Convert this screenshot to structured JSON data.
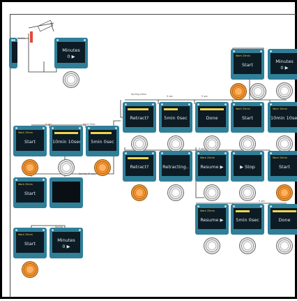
{
  "screens": {
    "s_top": {
      "header": "",
      "bar": false,
      "line1": "Minutes",
      "line2": "0 ▶"
    },
    "s_tr1": {
      "header": "Work 25min",
      "bar": false,
      "line1": "Start",
      "line2": ""
    },
    "s_tr2": {
      "header": "",
      "bar": false,
      "line1": "Minutes",
      "line2": "0 ▶"
    },
    "r1": [
      {
        "header": "",
        "bar": true,
        "line1": "Retract?",
        "line2": ""
      },
      {
        "header": "",
        "bar": true,
        "line1": "5min 0sec",
        "line2": ""
      },
      {
        "header": "",
        "bar": true,
        "line1": "Done",
        "line2": ""
      },
      {
        "header": "Work 25min",
        "bar": false,
        "line1": "Start",
        "line2": ""
      },
      {
        "header": "Work 10min",
        "bar": false,
        "line1": "10min 10sec",
        "line2": ""
      }
    ],
    "r2": [
      {
        "header": "",
        "bar": true,
        "line1": "Retract?",
        "line2": ""
      },
      {
        "header": "",
        "bar": false,
        "line1": "Retracting..",
        "line2": ""
      },
      {
        "header": "Work 25min",
        "bar": false,
        "line1": "Resume ▶",
        "line2": ""
      },
      {
        "header": "",
        "bar": false,
        "line1": "▶ Stop",
        "line2": ""
      },
      {
        "header": "Work 25min",
        "bar": false,
        "line1": "Start",
        "line2": ""
      }
    ],
    "r3": [
      {
        "header": "Work 25min",
        "bar": false,
        "line1": "Resume ▶",
        "line2": ""
      },
      {
        "header": "",
        "bar": true,
        "line1": "5min 0sec",
        "line2": ""
      },
      {
        "header": "",
        "bar": true,
        "line1": "Done",
        "line2": ""
      }
    ],
    "l1": [
      {
        "header": "Work 25min",
        "bar": false,
        "line1": "Start",
        "line2": ""
      },
      {
        "header": "",
        "bar": true,
        "line1": "10min 10sec",
        "line2": ""
      },
      {
        "header": "",
        "bar": true,
        "line1": "5min 0sec",
        "line2": ""
      }
    ],
    "l2": [
      {
        "header": "Work 25min",
        "bar": false,
        "line1": "Start",
        "line2": ""
      }
    ],
    "l3": [
      {
        "header": "Work 25min",
        "bar": false,
        "line1": "Start",
        "line2": ""
      },
      {
        "header": "",
        "bar": false,
        "line1": "Minutes",
        "line2": "0 ▶"
      }
    ]
  },
  "colors": {
    "board": "#2f7f98",
    "knob_active": "#f08e2a",
    "accent": "#f3d649"
  }
}
